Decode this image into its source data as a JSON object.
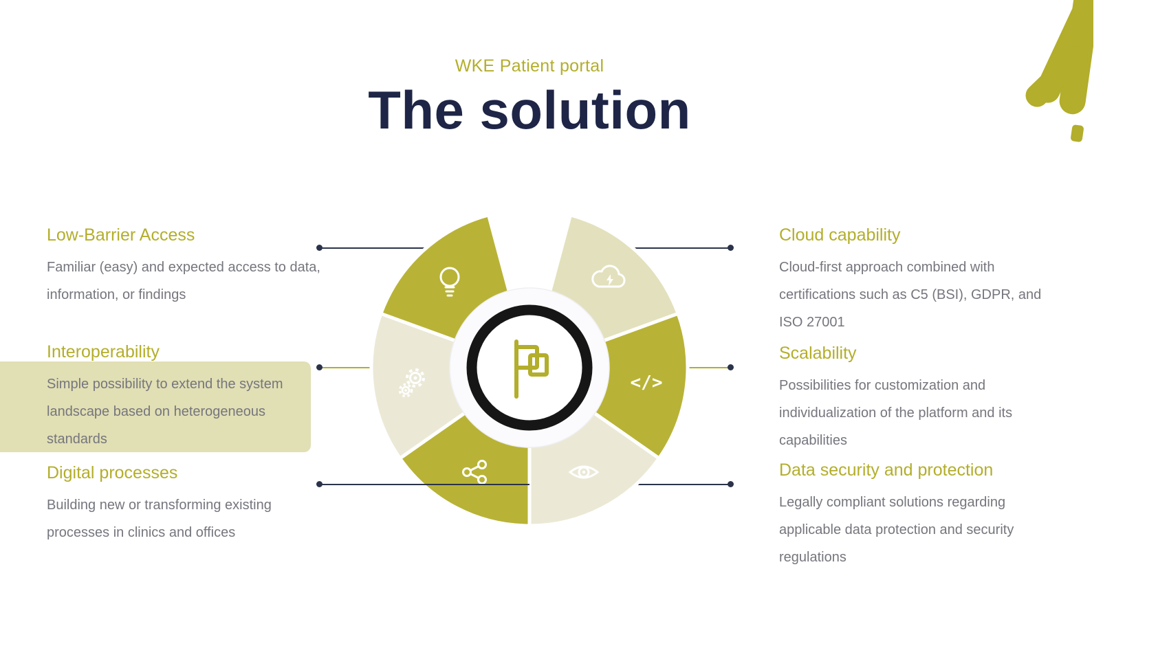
{
  "header": {
    "eyebrow": "WKE Patient portal",
    "title": "The solution"
  },
  "left_items": [
    {
      "heading": "Low-Barrier Access",
      "body": "Familiar (easy) and expected access to data, information, or findings",
      "highlighted": false
    },
    {
      "heading": "Interoperability",
      "body": "Simple possibility to extend the system landscape based on heterogeneous standards",
      "highlighted": true
    },
    {
      "heading": "Digital processes",
      "body": "Building new or transforming existing processes in clinics and offices",
      "highlighted": false
    }
  ],
  "right_items": [
    {
      "heading": "Cloud capability",
      "body": "Cloud-first approach combined with certifications such as C5 (BSI), GDPR, and ISO 27001"
    },
    {
      "heading": "Scalability",
      "body": "Possibilities for customization and individualization of the platform and its capabilities"
    },
    {
      "heading": "Data security and protection",
      "body": "Legally compliant solutions regarding applicable data protection and security regulations"
    }
  ],
  "diagram": {
    "center_icon": "flag-icon",
    "code_glyph": "</>",
    "segments": [
      {
        "icon": "lightbulb-icon",
        "tone": "dark",
        "linked_heading": "Low-Barrier Access"
      },
      {
        "icon": "gears-icon",
        "tone": "light",
        "linked_heading": "Interoperability"
      },
      {
        "icon": "share-icon",
        "tone": "dark",
        "linked_heading": "Digital processes"
      },
      {
        "icon": "cloud-lightning-icon",
        "tone": "light",
        "linked_heading": "Cloud capability"
      },
      {
        "icon": "code-icon",
        "tone": "dark",
        "linked_heading": "Scalability"
      },
      {
        "icon": "eye-icon",
        "tone": "light",
        "linked_heading": "Data security and protection"
      }
    ]
  },
  "colors": {
    "accent": "#b3ae2b",
    "title_color": "#1e2546",
    "body_color": "#75767d",
    "wedge_dark": "#b8b336",
    "wedge_light": "#e3e1bd",
    "wedge_lighter": "#ebe9d6",
    "highlight": "#e1dfb4",
    "line_color": "#2a3349"
  }
}
